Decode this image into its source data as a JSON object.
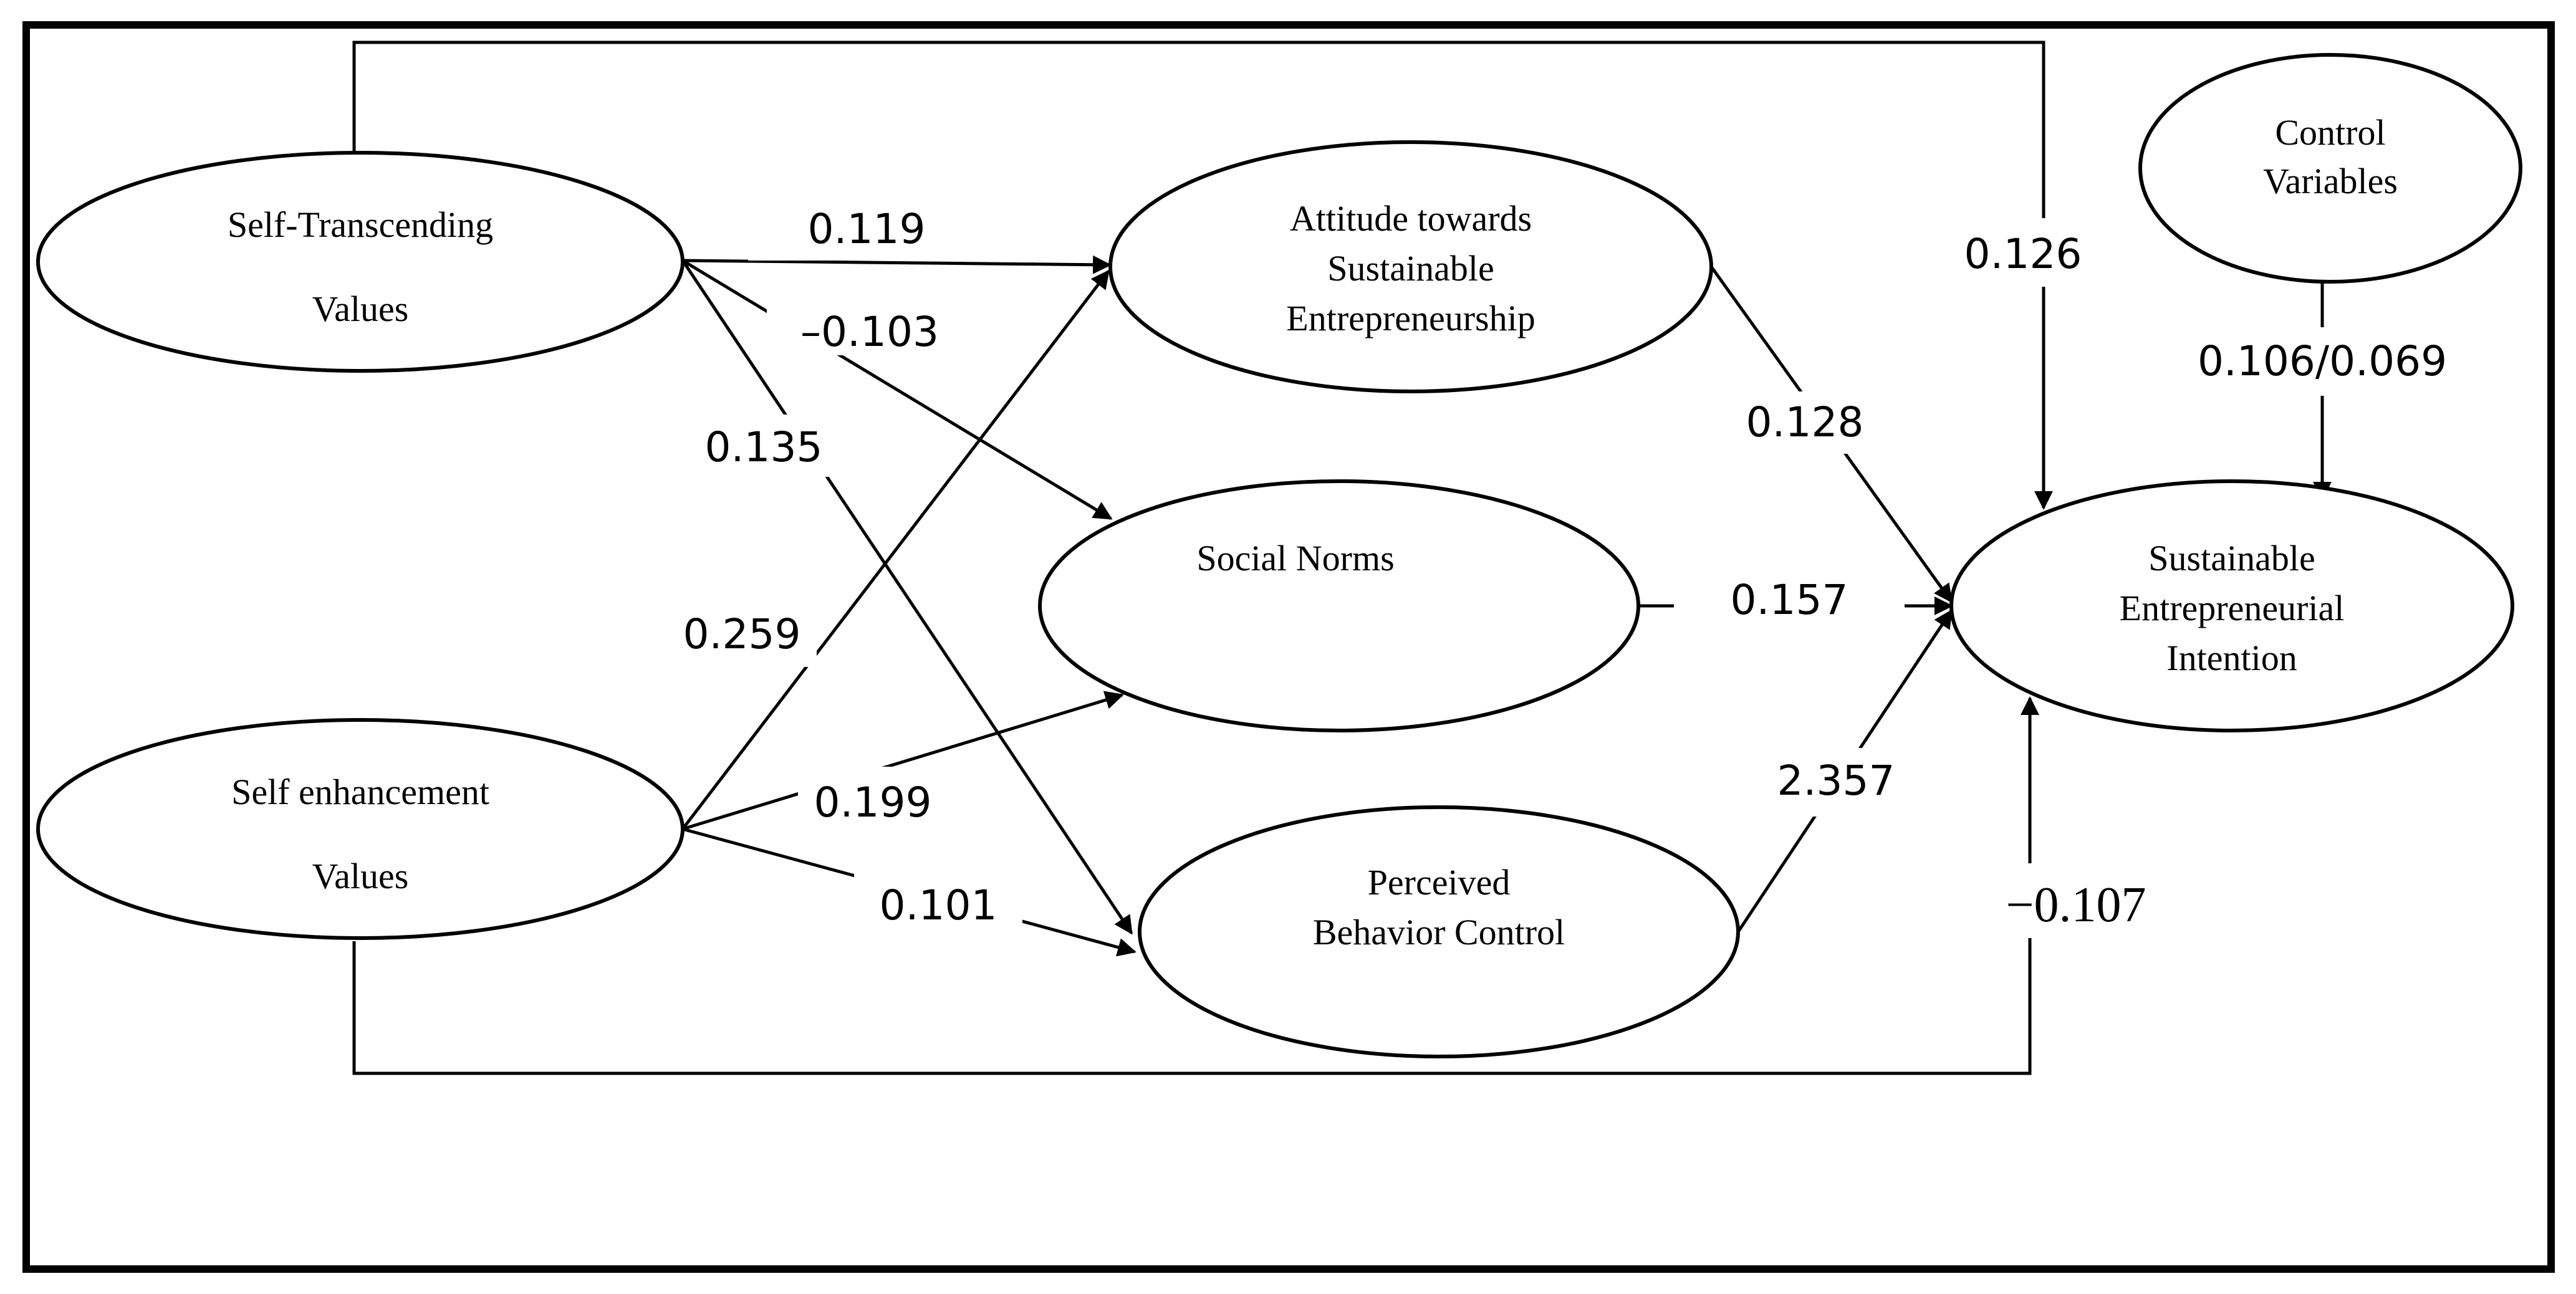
{
  "nodes": {
    "self_transcending": {
      "lines": [
        "Self-Transcending",
        "Values"
      ]
    },
    "self_enhancement": {
      "lines": [
        "Self enhancement",
        "Values"
      ]
    },
    "attitude": {
      "lines": [
        "Attitude towards",
        "Sustainable",
        "Entrepreneurship"
      ]
    },
    "social_norms": {
      "lines": [
        "Social Norms"
      ]
    },
    "pbc": {
      "lines": [
        "Perceived",
        "Behavior Control"
      ]
    },
    "sei": {
      "lines": [
        "Sustainable",
        "Entrepreneurial",
        "Intention"
      ]
    },
    "control": {
      "lines": [
        "Control",
        "Variables"
      ]
    }
  },
  "coefficients": {
    "st_to_att": "0.119",
    "st_to_sn": "–0.103",
    "st_to_pbc": "0.135",
    "se_to_att": "0.259",
    "se_to_sn": "0.199",
    "se_to_pbc": "0.101",
    "att_to_sei": "0.128",
    "sn_to_sei": "0.157",
    "pbc_to_sei": "2.357",
    "st_to_sei": "0.126",
    "se_to_sei": "−0.107",
    "control_to_sei": "0.106/0.069"
  }
}
